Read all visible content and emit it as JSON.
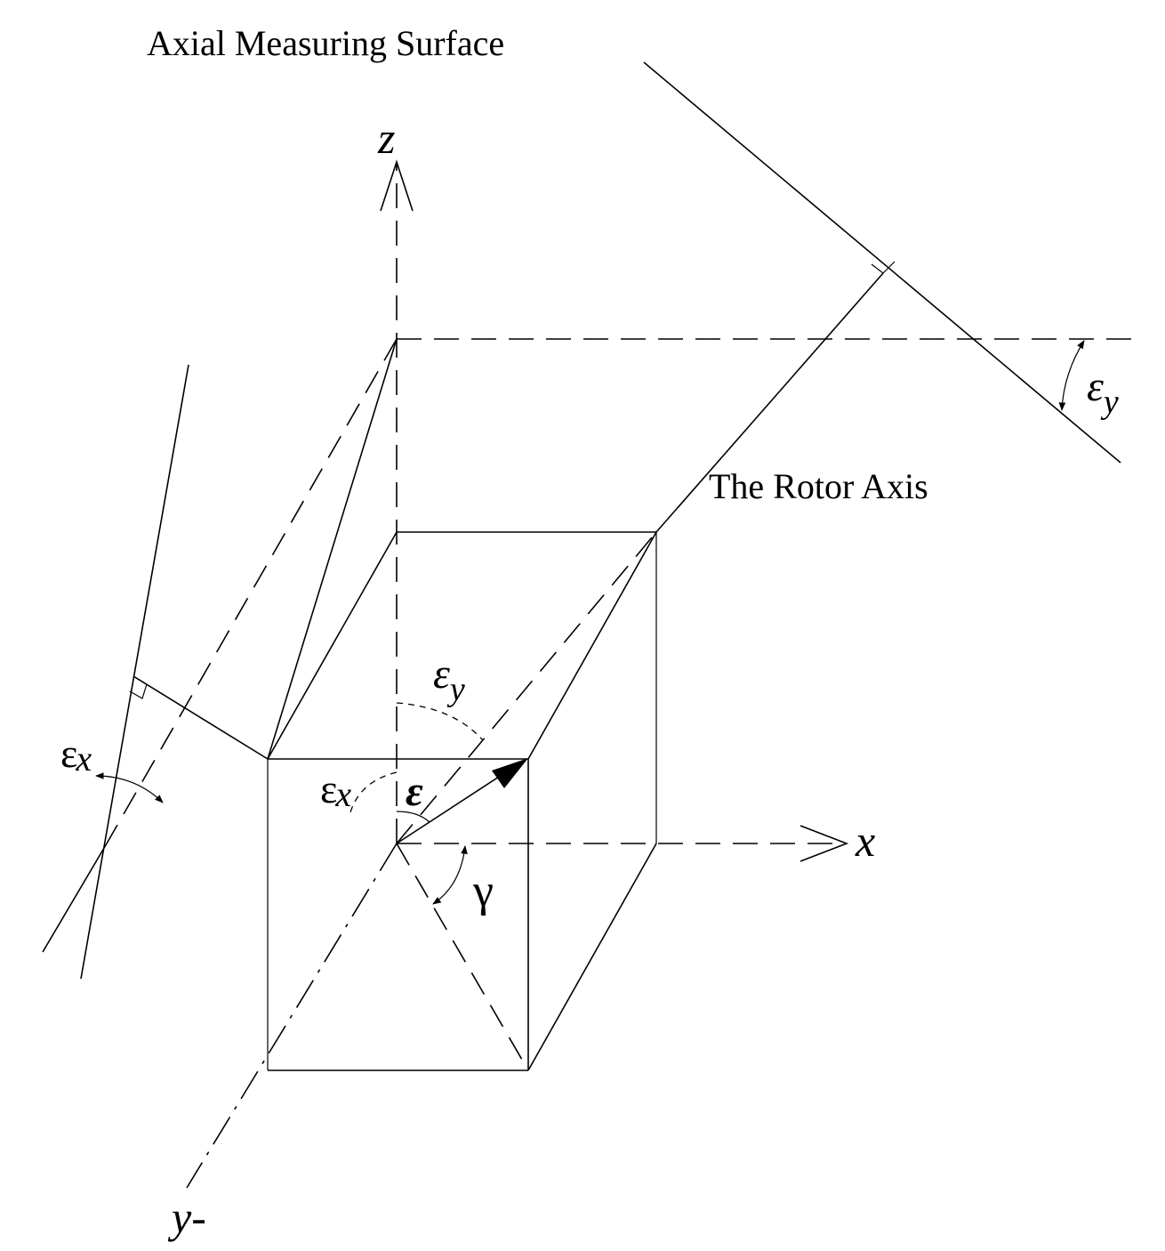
{
  "labels": {
    "surface": "Axial Measuring Surface",
    "rotor_axis": "The Rotor Axis",
    "axis_z": "z",
    "axis_x": "x",
    "axis_y": "y-",
    "epsilon": "ε",
    "gamma": "γ",
    "eps_letter": "ε",
    "sub_x": "x",
    "sub_y": "y"
  }
}
